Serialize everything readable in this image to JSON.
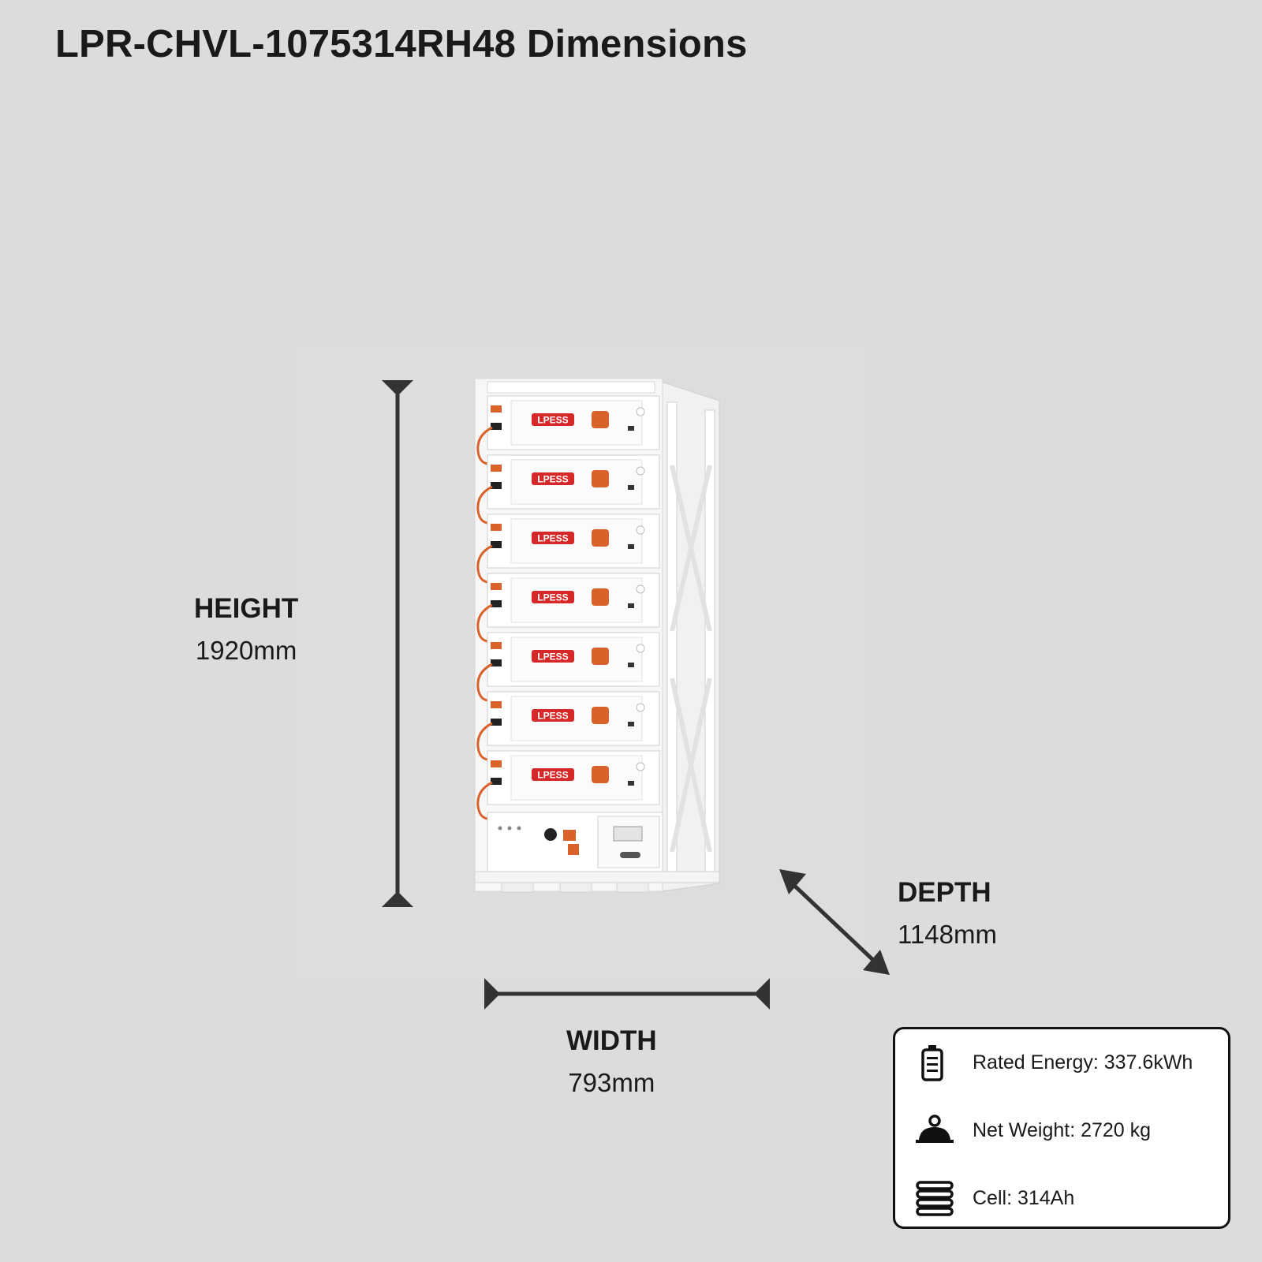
{
  "title": "LPR-CHVL-1075314RH48 Dimensions",
  "height": {
    "label": "HEIGHT",
    "value": "1920mm"
  },
  "depth": {
    "label": "DEPTH",
    "value": "1148mm"
  },
  "width": {
    "label": "WIDTH",
    "value": "793mm"
  },
  "brand_logo": "LPESS",
  "module_count": 7,
  "specs": [
    {
      "icon": "battery-icon",
      "text": "Rated Energy: 337.6kWh"
    },
    {
      "icon": "weight-icon",
      "text": "Net Weight: 2720 kg"
    },
    {
      "icon": "cell-stack-icon",
      "text": "Cell: 314Ah"
    }
  ],
  "colors": {
    "accent_red": "#d62828",
    "connector_orange": "#d9622b",
    "background": "#dcdcdc"
  }
}
